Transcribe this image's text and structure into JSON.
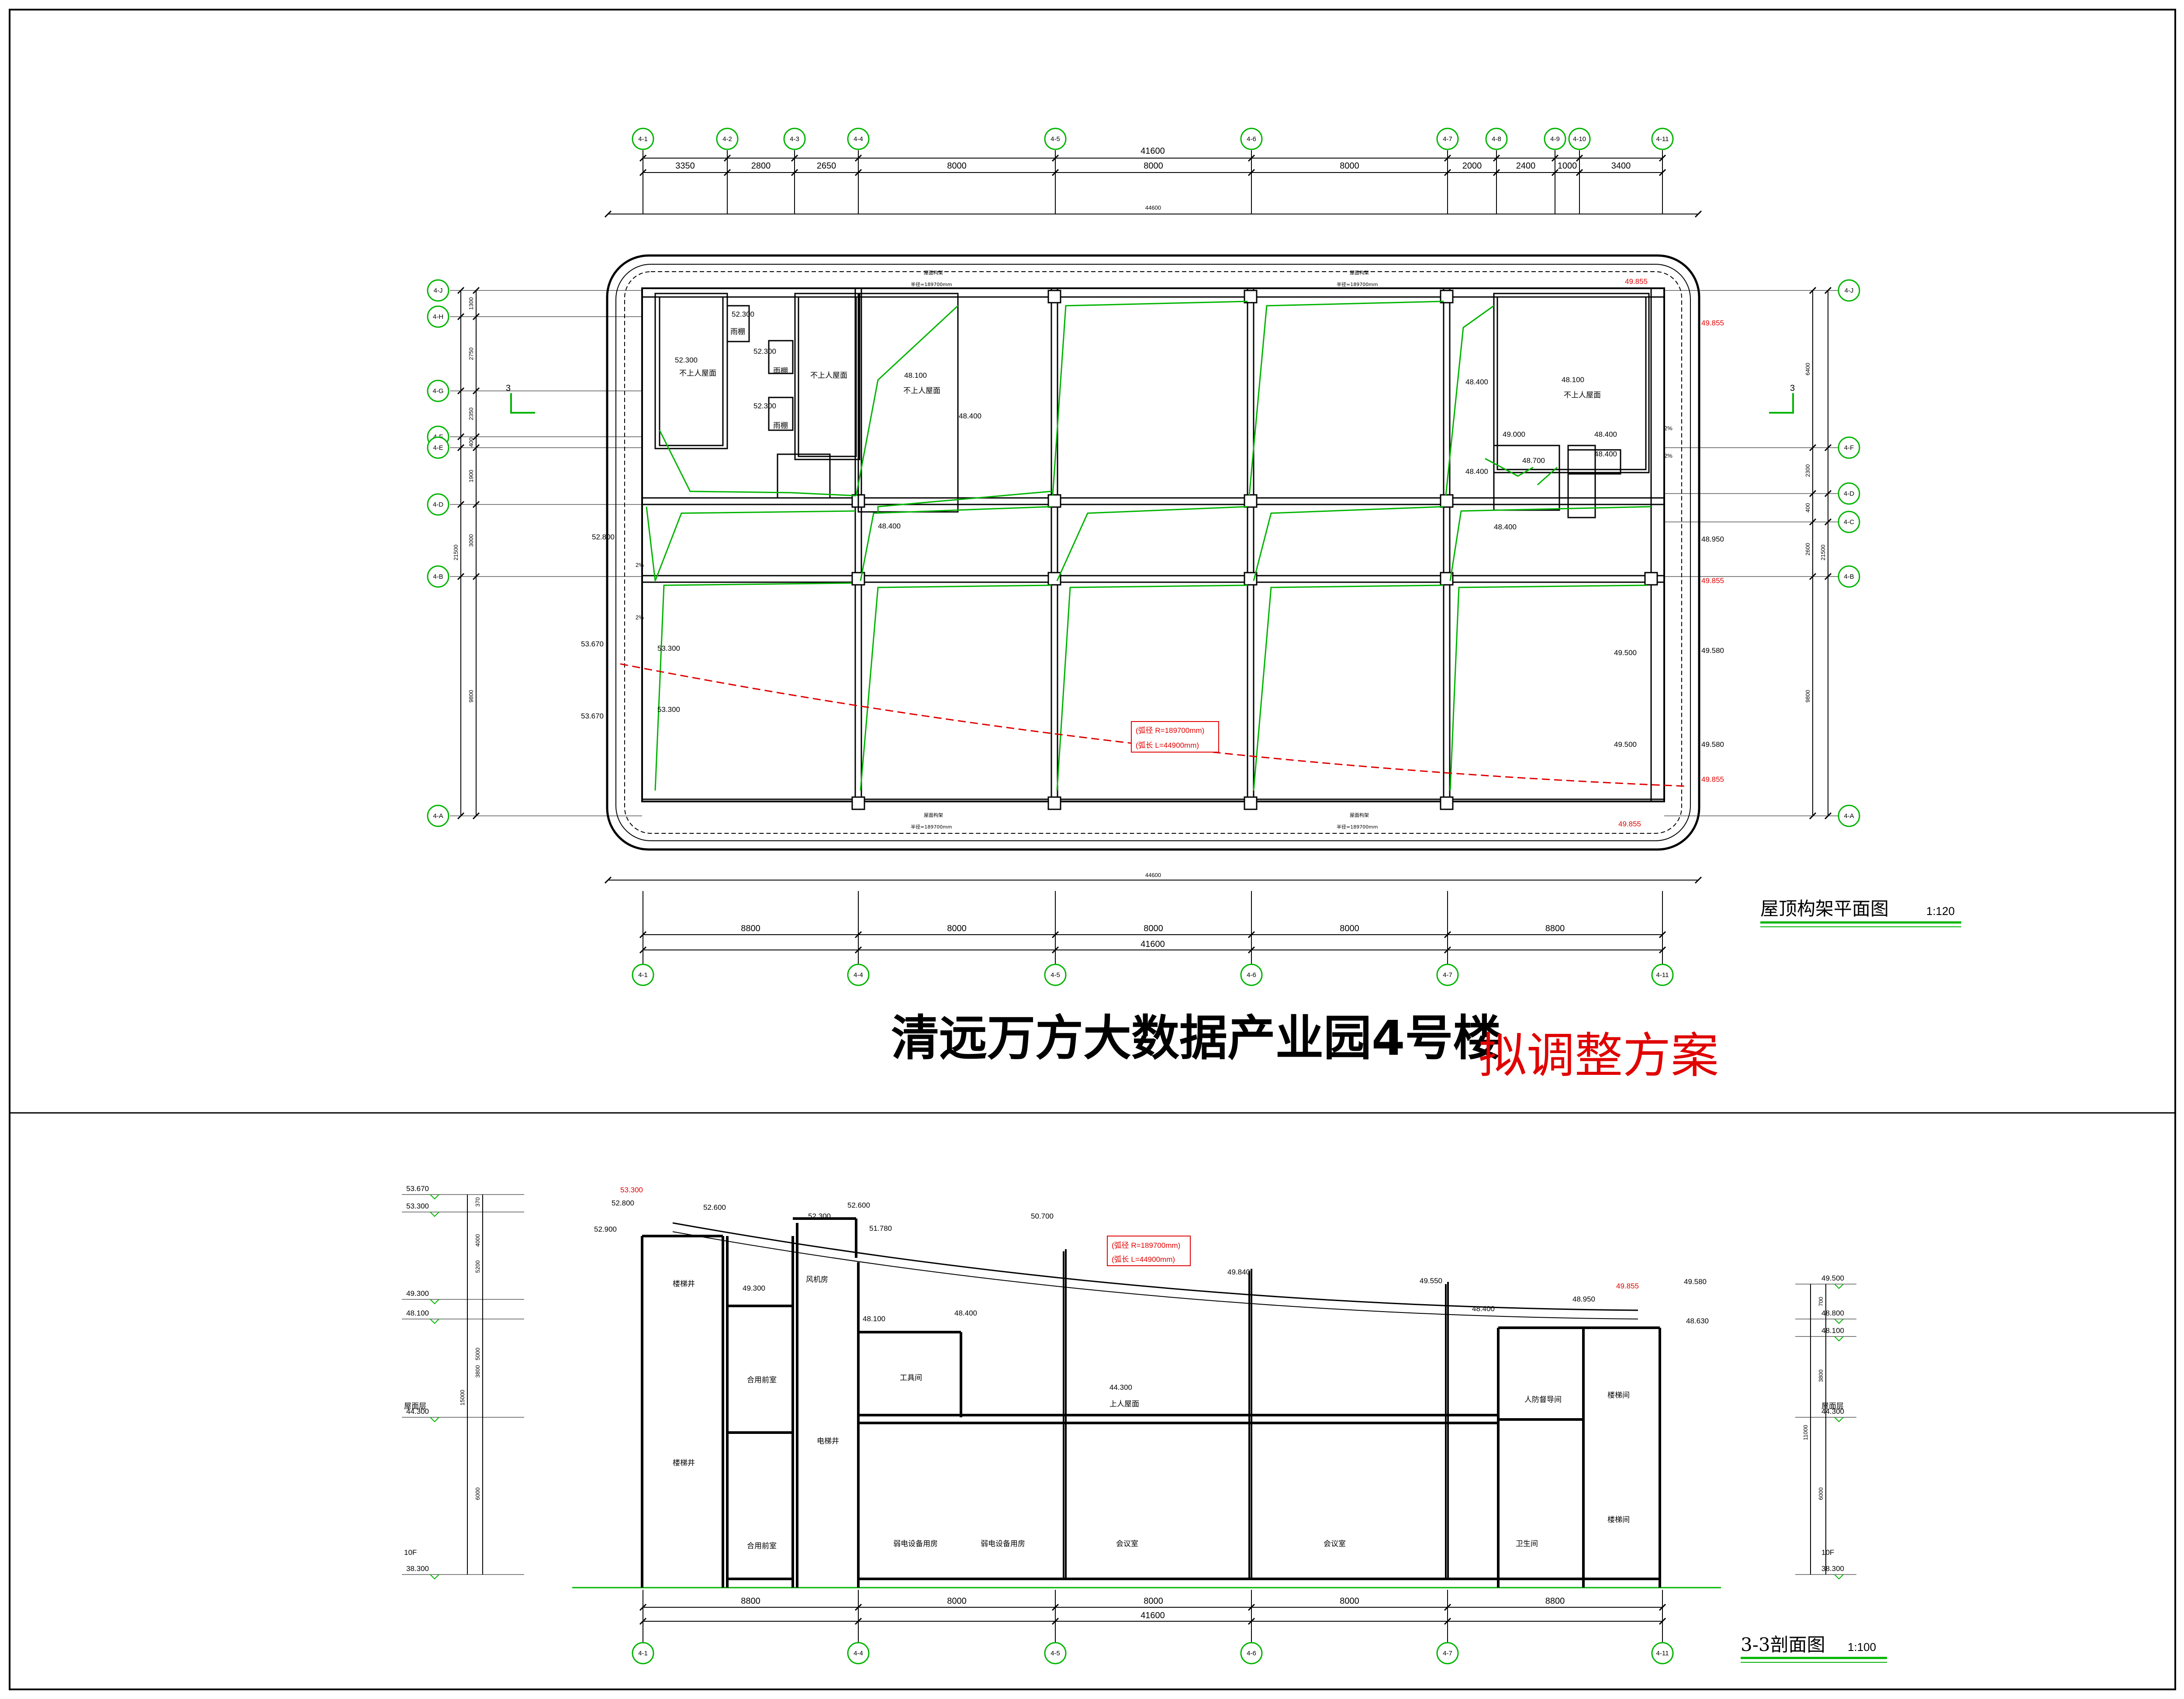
{
  "main_title": "清远万方大数据产业园4号楼",
  "scheme_label": "拟调整方案",
  "plan": {
    "title": "屋顶构架平面图",
    "scale": "1:120",
    "grids_top": [
      "4-1",
      "4-2",
      "4-3",
      "4-4",
      "4-5",
      "4-6",
      "4-7",
      "4-8",
      "4-9",
      "4-10",
      "4-11"
    ],
    "grids_bottom": [
      "4-1",
      "4-4",
      "4-5",
      "4-6",
      "4-7",
      "4-11"
    ],
    "grids_left": [
      "4-J",
      "4-H",
      "4-G",
      "4-F",
      "4-E",
      "4-D",
      "4-B",
      "4-A"
    ],
    "grids_right": [
      "4-J",
      "4-F",
      "4-D",
      "4-C",
      "4-B",
      "4-A"
    ],
    "top_dims": [
      "3350",
      "2800",
      "2650",
      "8000",
      "8000",
      "8000",
      "2000",
      "2400",
      "1000",
      "3400"
    ],
    "top_total": "41600",
    "outer_total": "44600",
    "bottom_dims": [
      "8800",
      "8000",
      "8000",
      "8000",
      "8800"
    ],
    "bottom_total": "41600",
    "left_dims": [
      "1300",
      "2750",
      "2350",
      "400",
      "1900",
      "3000",
      "9800"
    ],
    "left_total": "21500",
    "right_dims": [
      "6400",
      "2300",
      "400",
      "2600",
      "9800"
    ],
    "right_total": "21500",
    "section_mark": "3",
    "curve_note_r": "(弧径 R=189700mm)",
    "curve_note_l": "(弧长 L=44900mm)",
    "beam_note": "屋面构架",
    "radius_note": "半径=189700mm",
    "levels": [
      "52.300",
      "52.300",
      "52.300",
      "52.300",
      "48.100",
      "48.400",
      "48.400",
      "48.100",
      "48.400",
      "48.700",
      "49.000",
      "48.400",
      "48.400",
      "48.400",
      "48.400"
    ],
    "levels_edge_left": [
      "52.800",
      "53.670",
      "53.300",
      "53.670",
      "53.300"
    ],
    "levels_edge_right": [
      "49.855",
      "49.855",
      "48.950",
      "49.855",
      "49.500",
      "49.580",
      "49.500",
      "49.580",
      "49.855",
      "49.855"
    ],
    "room_labels": [
      "不上人屋面",
      "不上人屋面",
      "不上人屋面",
      "不上人屋面",
      "雨棚",
      "雨棚",
      "雨棚"
    ],
    "slope": "2%"
  },
  "section": {
    "title": "3-3剖面图",
    "scale": "1:100",
    "grids": [
      "4-1",
      "4-4",
      "4-5",
      "4-6",
      "4-7",
      "4-11"
    ],
    "dims": [
      "8800",
      "8000",
      "8000",
      "8000",
      "8800"
    ],
    "total": "41600",
    "left_levels": [
      "53.670",
      "53.300",
      "49.300",
      "48.100",
      "44.300",
      "38.300"
    ],
    "right_levels": [
      "49.500",
      "48.800",
      "48.100",
      "44.300",
      "38.300"
    ],
    "left_floor_labels": [
      "屋面层",
      "10F"
    ],
    "right_floor_labels": [
      "屋面层",
      "10F"
    ],
    "left_vdims": [
      "370",
      "4000",
      "5200",
      "5000",
      "3800",
      "15000",
      "6000"
    ],
    "right_vdims": [
      "700",
      "3800",
      "11000",
      "6000"
    ],
    "curve_levels": [
      "52.600",
      "52.300",
      "52.600",
      "51.780",
      "50.700",
      "49.840",
      "49.550",
      "48.400",
      "48.400",
      "49.300",
      "48.950",
      "48.100",
      "44.300",
      "53.300",
      "52.900",
      "52.800",
      "49.855",
      "49.580",
      "48.630"
    ],
    "curve_note_r": "(弧径 R=189700mm)",
    "curve_note_l": "(弧长 L=44900mm)",
    "rooms": [
      "楼梯井",
      "合用前室",
      "楼梯井",
      "合用前室",
      "电梯井",
      "工具间",
      "上人屋面",
      "弱电设备用房",
      "弱电设备用房",
      "会议室",
      "会议室",
      "卫生间",
      "人防督导间",
      "楼梯间",
      "楼梯间",
      "风机房"
    ]
  }
}
